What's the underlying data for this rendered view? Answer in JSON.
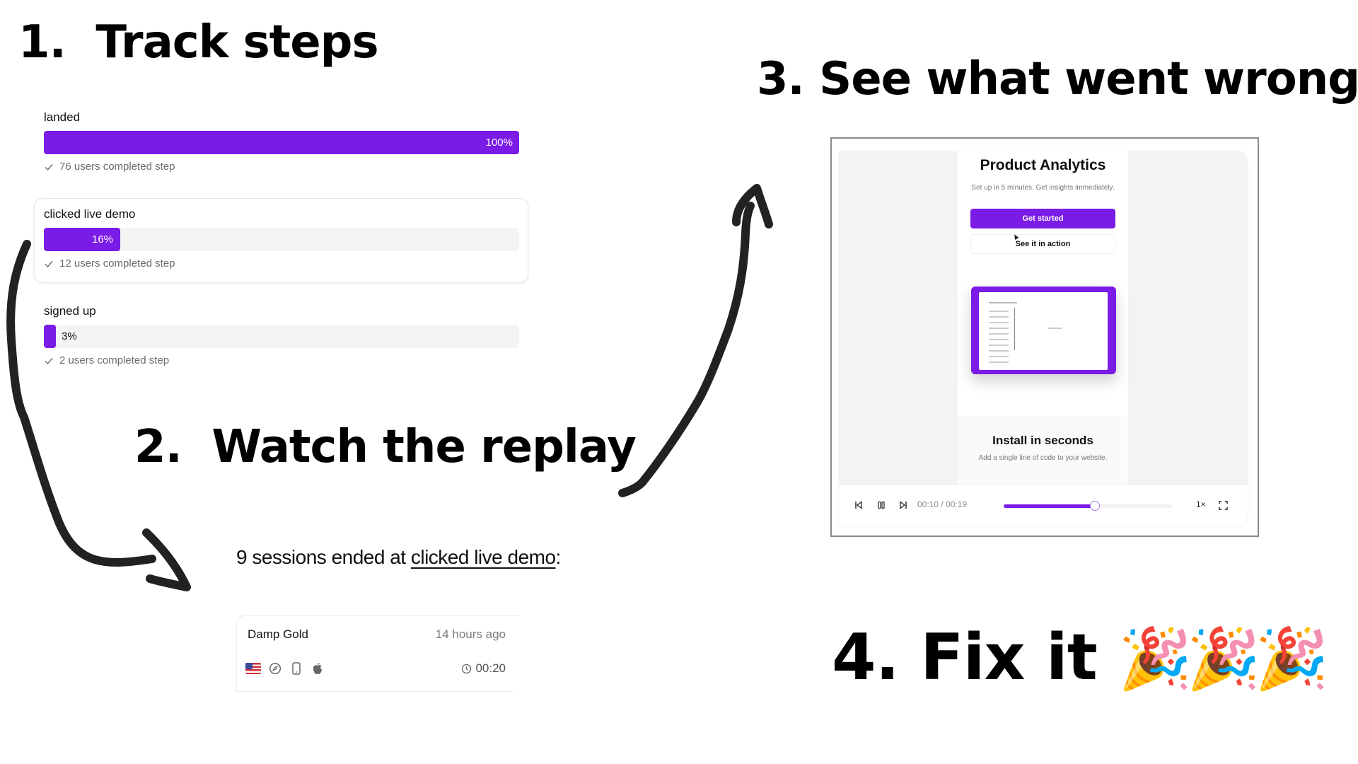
{
  "headings": {
    "step1": "1.  Track steps",
    "step2": "2.  Watch the replay",
    "step3": "3. See what went wrong",
    "step4": "4. Fix it",
    "step4_emoji": "🎉🎉🎉"
  },
  "funnel": {
    "accent_color": "#7a1be6",
    "steps": [
      {
        "label": "landed",
        "percent": 100,
        "percent_label": "100%",
        "completed": "76 users completed step"
      },
      {
        "label": "clicked live demo",
        "percent": 16,
        "percent_label": "16%",
        "completed": "12 users completed step"
      },
      {
        "label": "signed up",
        "percent": 3,
        "percent_label": "3%",
        "completed": "2 users completed step"
      }
    ]
  },
  "sessions": {
    "title_prefix": "9 sessions ended at ",
    "title_link": "clicked live demo",
    "title_suffix": ":",
    "items": [
      {
        "name": "Damp Gold",
        "time_ago": "14 hours ago",
        "duration": "00:20",
        "icons": [
          "us-flag-icon",
          "safari-compass-icon",
          "mobile-device-icon",
          "apple-icon",
          "clock-icon"
        ]
      }
    ]
  },
  "player": {
    "page": {
      "title": "Product Analytics",
      "subtitle": "Set up in 5 minutes. Get insights immediately.",
      "primary_button": "Get started",
      "secondary_button": "See it in action",
      "section_title": "Install in seconds",
      "section_subtitle": "Add a single line of code to your website."
    },
    "controls": {
      "current_time": "00:10",
      "total_time": "00:19",
      "time_label": "00:10 / 00:19",
      "progress_percent": 54,
      "speed": "1×"
    }
  }
}
